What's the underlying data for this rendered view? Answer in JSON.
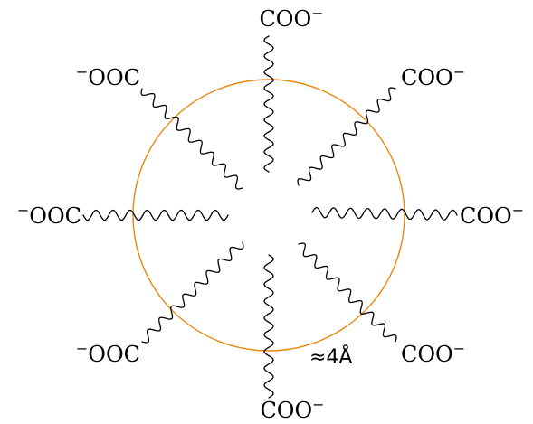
{
  "diagram": {
    "colors": {
      "shell": "#e8860e",
      "chain": "#000000",
      "text": "#000000"
    },
    "size_label": "≈4Å",
    "head_groups": [
      {
        "id": "top",
        "base": "COO",
        "charge": "−"
      },
      {
        "id": "top-right",
        "base": "COO",
        "charge": "−"
      },
      {
        "id": "right",
        "base": "COO",
        "charge": "−"
      },
      {
        "id": "bottom-right",
        "base": "COO",
        "charge": "−"
      },
      {
        "id": "bottom",
        "base": "COO",
        "charge": "−"
      },
      {
        "id": "bottom-left",
        "charge": "−",
        "base": "OOC"
      },
      {
        "id": "left",
        "charge": "−",
        "base": "OOC"
      },
      {
        "id": "top-left",
        "charge": "−",
        "base": "OOC"
      }
    ]
  }
}
